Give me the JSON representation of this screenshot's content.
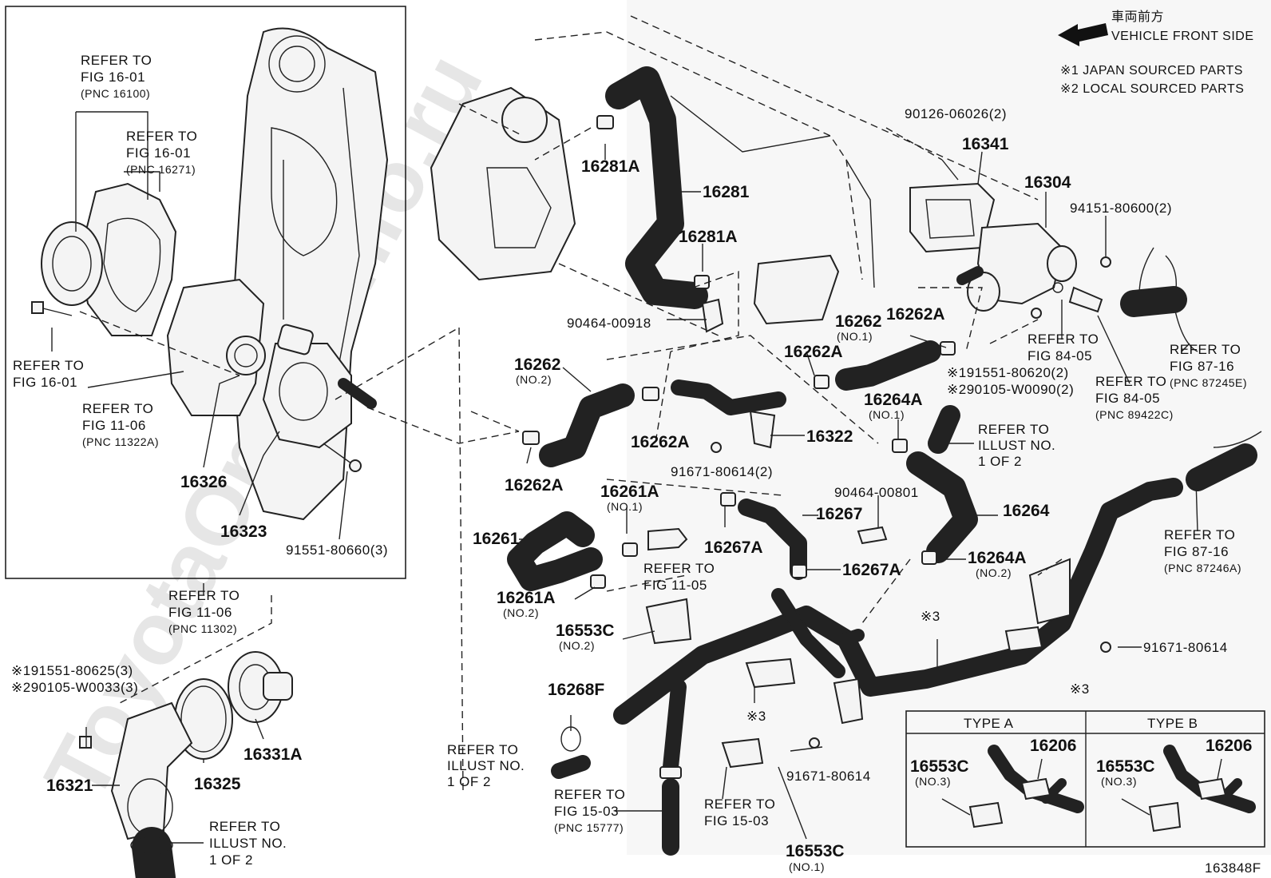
{
  "header": {
    "jp_direction": "車両前方",
    "direction": "VEHICLE FRONT SIDE",
    "note1": "※1 JAPAN SOURCED PARTS",
    "note2": "※2 LOCAL SOURCED PARTS"
  },
  "inset_left": {
    "ref_16100": [
      "REFER TO",
      "FIG 16-01",
      "(PNC 16100)"
    ],
    "ref_16271": [
      "REFER TO",
      "FIG 16-01",
      "(PNC 16271)"
    ],
    "ref_1601": [
      "REFER TO",
      "FIG 16-01"
    ],
    "ref_11322a": [
      "REFER TO",
      "FIG 11-06",
      "(PNC 11322A)"
    ],
    "p16326": "16326",
    "p16323": "16323",
    "p91551_80660": "91551-80660(3)"
  },
  "lower_left": {
    "ref_11302": [
      "REFER TO",
      "FIG 11-06",
      "(PNC 11302)"
    ],
    "note_191551_80625": "※191551-80625(3)",
    "note_290105_w0033": "※290105-W0033(3)",
    "p16321": "16321",
    "p16325": "16325",
    "p16331a": "16331A",
    "ref_illust": [
      "REFER TO",
      "ILLUST NO.",
      "1 OF 2"
    ]
  },
  "center": {
    "p16281a_top": "16281A",
    "p16281": "16281",
    "p16281a_mid": "16281A",
    "p90464_00918": "90464-00918",
    "p16262": "16262",
    "p16262_sub": "(NO.2)",
    "p16262a_1": "16262A",
    "p16262a_2": "16262A",
    "p16322": "16322",
    "p91671_80614_2": "91671-80614(2)",
    "p16261a_no1": "16261A",
    "p16261a_no1_sub": "(NO.1)",
    "p16261": "16261",
    "ref_1105": [
      "REFER TO",
      "FIG 11-05"
    ],
    "p16261a_no2": "16261A",
    "p16261a_no2_sub": "(NO.2)",
    "p16267": "16267",
    "p16267a_1": "16267A",
    "p16267a_2": "16267A",
    "p90464_00801": "90464-00801",
    "p16553c_no2": "16553C",
    "p16553c_no2_sub": "(NO.2)",
    "p16268f": "16268F",
    "ref_illust2": [
      "REFER TO",
      "ILLUST NO.",
      "1 OF 2"
    ],
    "ref_1503a": [
      "REFER TO",
      "FIG 15-03",
      "(PNC 15777)"
    ],
    "ref_1503b": [
      "REFER TO",
      "FIG 15-03"
    ],
    "note_x3_small": "※3",
    "p91671_80614_b": "91671-80614",
    "p16553c_no1": "16553C",
    "p16553c_no1_sub": "(NO.1)"
  },
  "right": {
    "p90126_06026": "90126-06026(2)",
    "p16341": "16341",
    "p16304": "16304",
    "p94151_80600": "94151-80600(2)",
    "p16262_no1": "16262",
    "p16262_no1_sub": "(NO.1)",
    "p16262a_r1": "16262A",
    "p16262a_r2": "16262A",
    "ref_8405a": [
      "REFER TO",
      "FIG 84-05"
    ],
    "ref_8716a": [
      "REFER TO",
      "FIG 87-16",
      "(PNC 87245E)"
    ],
    "note_191551_80620": "※191551-80620(2)",
    "note_290105_w0090": "※290105-W0090(2)",
    "ref_8405b": [
      "REFER TO",
      "FIG 84-05",
      "(PNC 89422C)"
    ],
    "p16264a_no1": "16264A",
    "p16264a_no1_sub": "(NO.1)",
    "ref_illust3": [
      "REFER TO",
      "ILLUST NO.",
      "1 OF 2"
    ],
    "p16264": "16264",
    "p16264a_no2": "16264A",
    "p16264a_no2_sub": "(NO.2)",
    "ref_8716b": [
      "REFER TO",
      "FIG 87-16",
      "(PNC 87246A)"
    ],
    "note_x3": "※3",
    "p91671_80614_c": "91671-80614"
  },
  "types_box": {
    "title": "※3",
    "type_a": "TYPE A",
    "type_b": "TYPE B",
    "a_16206": "16206",
    "a_16553c": "16553C",
    "a_16553c_sub": "(NO.3)",
    "b_16206": "16206",
    "b_16553c": "16553C",
    "b_16553c_sub": "(NO.3)"
  },
  "footer": {
    "figure_code": "163848F"
  },
  "watermark": "ToyotaOnlineInfo.ru"
}
